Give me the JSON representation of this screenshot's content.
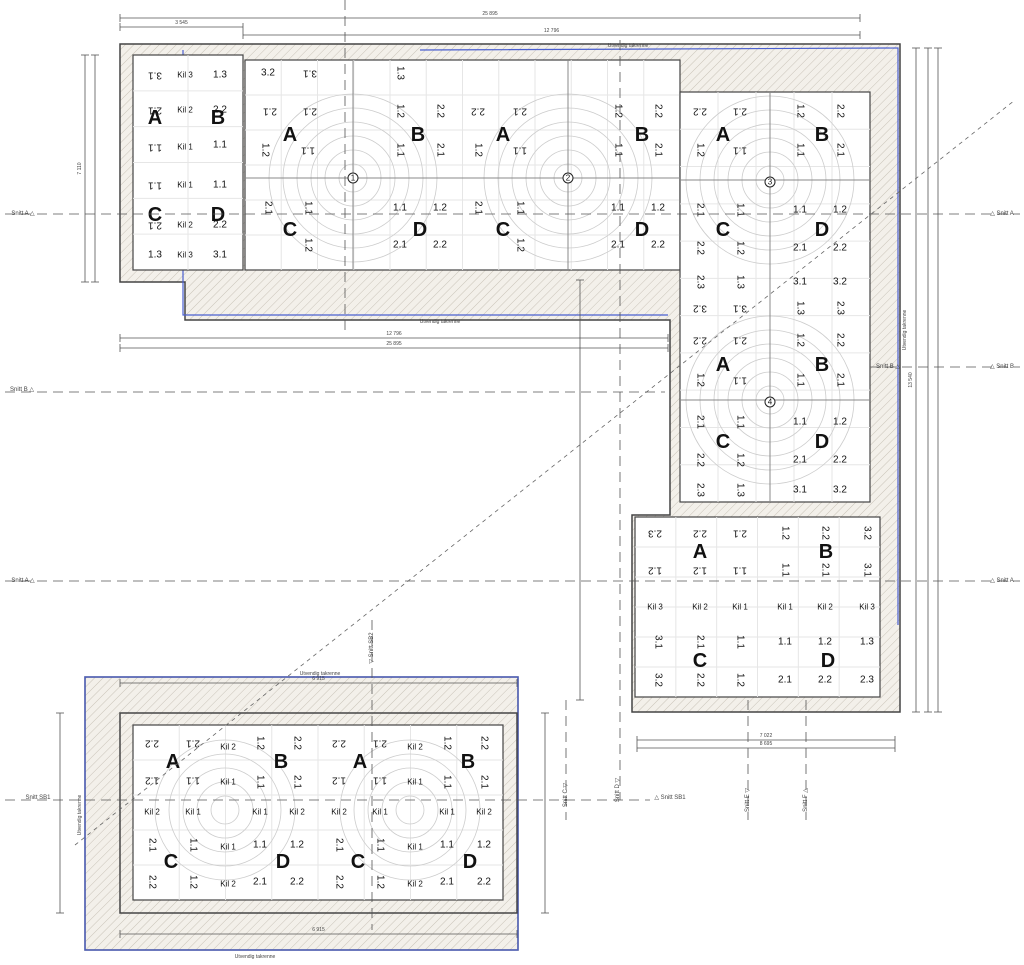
{
  "colors": {
    "background": "#ffffff",
    "line": "#444444",
    "dim": "#555555",
    "tile": "#e6e6e6",
    "perimeter": "#4a5fd0",
    "hatch": "#c9c3b8",
    "text": "#111111"
  },
  "section_labels": {
    "a": "Snitt A",
    "b": "Snitt B",
    "c": "Snitt C",
    "d": "Snitt D",
    "e": "Snitt E",
    "f": "Snitt F",
    "sb1": "Snitt SB1",
    "sb2": "Snitt SB2"
  },
  "balcony_label": "Utvendig takrenne",
  "drain_numbers": [
    "1",
    "2",
    "3",
    "4"
  ],
  "dim_values": [
    "25 895",
    "12 796",
    "3 545",
    "7 022",
    "8 695",
    "6 915",
    "7 110",
    "13 540"
  ],
  "zones": [
    "A",
    "B",
    "C",
    "D"
  ],
  "cell_labels": [
    "1.1",
    "1.2",
    "1.3",
    "2.1",
    "2.2",
    "2.3",
    "3.1",
    "3.2",
    "Kil 1",
    "Kil 2",
    "Kil 3"
  ]
}
